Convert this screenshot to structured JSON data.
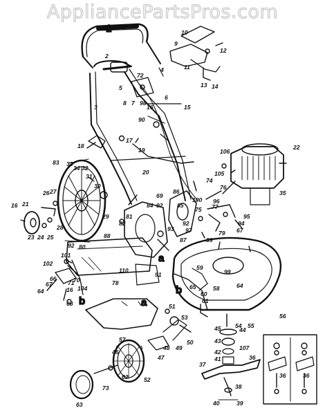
{
  "watermark": "AppliancePartsPros.com",
  "letters": {
    "a": "a",
    "b": "b"
  },
  "labels": {
    "n1": "1",
    "n2": "2",
    "n3": "3",
    "n4": "4",
    "n5": "5",
    "n6": "6",
    "n7": "7",
    "n8": "8",
    "n9": "9",
    "n10": "10",
    "n11": "11",
    "n12": "12",
    "n13": "13",
    "n14": "14",
    "n15": "15",
    "n16": "16",
    "n17": "17",
    "n18": "18",
    "n19": "19",
    "n20": "20",
    "n21": "21",
    "n22": "22",
    "n23": "23",
    "n24": "24",
    "n25": "25",
    "n26": "26",
    "n27": "27",
    "n28": "28",
    "n29": "29",
    "n30": "30",
    "n31": "31",
    "n32": "32",
    "n33": "33",
    "n34": "34",
    "n35": "35",
    "n36": "36",
    "n37": "37",
    "n38": "38",
    "n39": "39",
    "n40": "40",
    "n41": "41",
    "n42": "42",
    "n43": "43",
    "n44": "44",
    "n45": "45",
    "n46": "46",
    "n47": "47",
    "n48": "48",
    "n49": "49",
    "n50": "50",
    "n51": "51",
    "n52": "52",
    "n53": "53",
    "n54": "54",
    "n55": "55",
    "n56": "56",
    "n57": "57",
    "n58": "58",
    "n59": "59",
    "n60": "60",
    "n61": "61",
    "n62": "62",
    "n63": "63",
    "n64": "64",
    "n65": "65",
    "n66": "66",
    "n67": "67",
    "n68": "68",
    "n69": "69",
    "n70": "70",
    "n71": "71",
    "n72": "72",
    "n73": "73",
    "n74": "74",
    "n75": "75",
    "n76": "76",
    "n77": "77",
    "n78": "78",
    "n79": "79",
    "n80": "80",
    "n81": "81",
    "n82": "82",
    "n83": "83",
    "n84": "84",
    "n85": "85",
    "n86": "86",
    "n87": "87",
    "n88": "88",
    "n89": "89",
    "n90": "90",
    "n91": "91",
    "n92": "92",
    "n93": "93",
    "n94": "94",
    "n95": "95",
    "n96": "96",
    "n97": "97",
    "n98": "98",
    "n99": "99",
    "n100": "100",
    "n101": "101",
    "n102": "102",
    "n104": "104",
    "n105": "105",
    "n106": "106",
    "n107": "107",
    "n110": "110"
  }
}
